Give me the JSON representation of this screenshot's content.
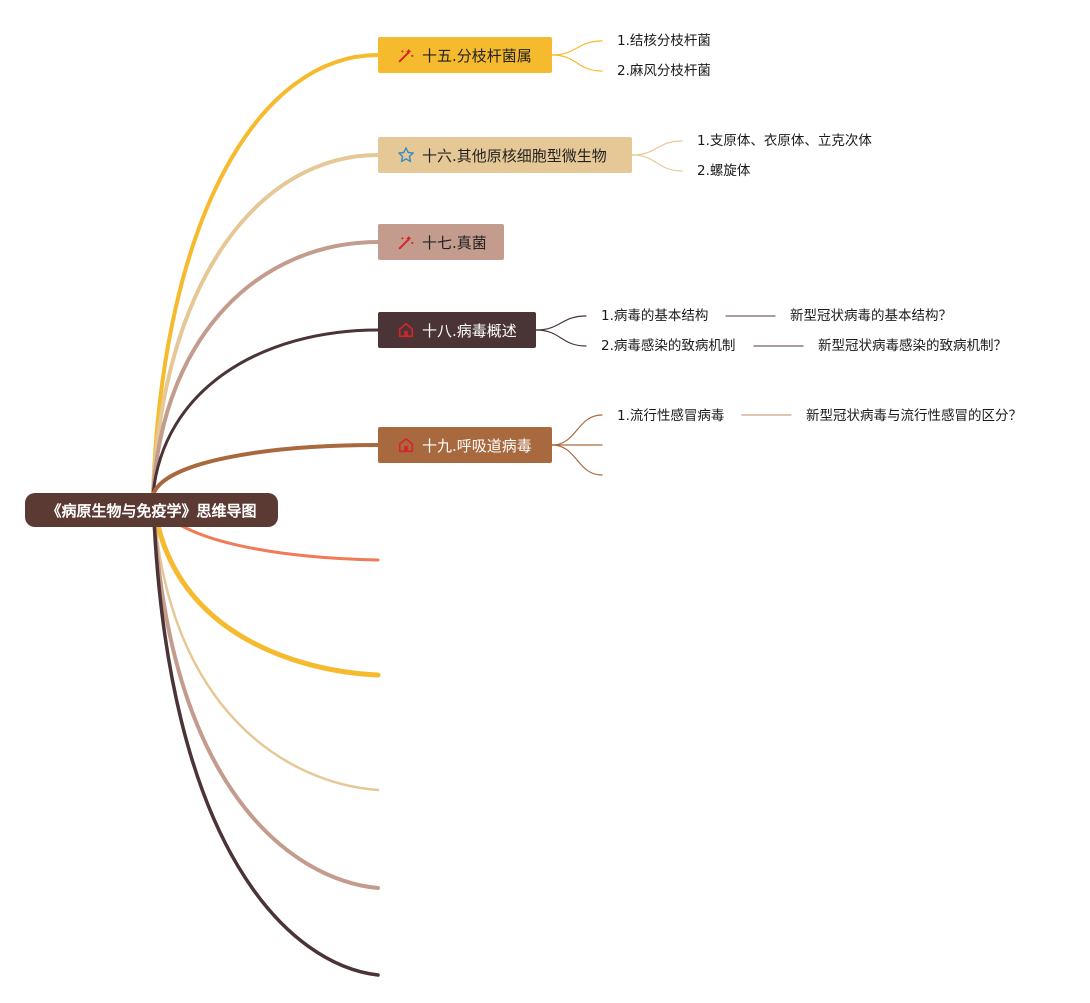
{
  "root": {
    "label": "《病原生物与免疫学》思维导图"
  },
  "branches": [
    {
      "id": "b15",
      "label": "十五.分枝杆菌属",
      "icon": "magic-wand-icon",
      "color": "#F6BA2E",
      "text_color": "#222222",
      "children": [
        "1.结核分枝杆菌",
        "2.麻风分枝杆菌"
      ]
    },
    {
      "id": "b16",
      "label": "十六.其他原核细胞型微生物",
      "icon": "star-icon",
      "color": "#E6C897",
      "text_color": "#222222",
      "children": [
        "1.支原体、衣原体、立克次体",
        "2.螺旋体"
      ]
    },
    {
      "id": "b17",
      "label": "十七.真菌",
      "icon": "magic-wand-icon",
      "color": "#C39C8E",
      "text_color": "#222222",
      "children": []
    },
    {
      "id": "b18",
      "label": "十八.病毒概述",
      "icon": "home-icon",
      "color": "#4A3436",
      "text_color": "#ffffff",
      "children": [
        {
          "label": "1.病毒的基本结构",
          "note": "新型冠状病毒的基本结构？"
        },
        {
          "label": "2.病毒感染的致病机制",
          "note": "新型冠状病毒感染的致病机制？"
        }
      ]
    },
    {
      "id": "b19",
      "label": "十九.呼吸道病毒",
      "icon": "home-icon",
      "color": "#A9693E",
      "text_color": "#ffffff",
      "children": [
        {
          "label": "1.流行性感冒病毒",
          "note": "新型冠状病毒与流行性感冒的区分？"
        },
        {
          "label": "",
          "note": ""
        },
        {
          "label": "",
          "note": ""
        }
      ]
    }
  ],
  "collapsed_branch_colors": [
    "#F07B57",
    "#F6BA2E",
    "#E6C897",
    "#C39C8E",
    "#4A3436"
  ]
}
